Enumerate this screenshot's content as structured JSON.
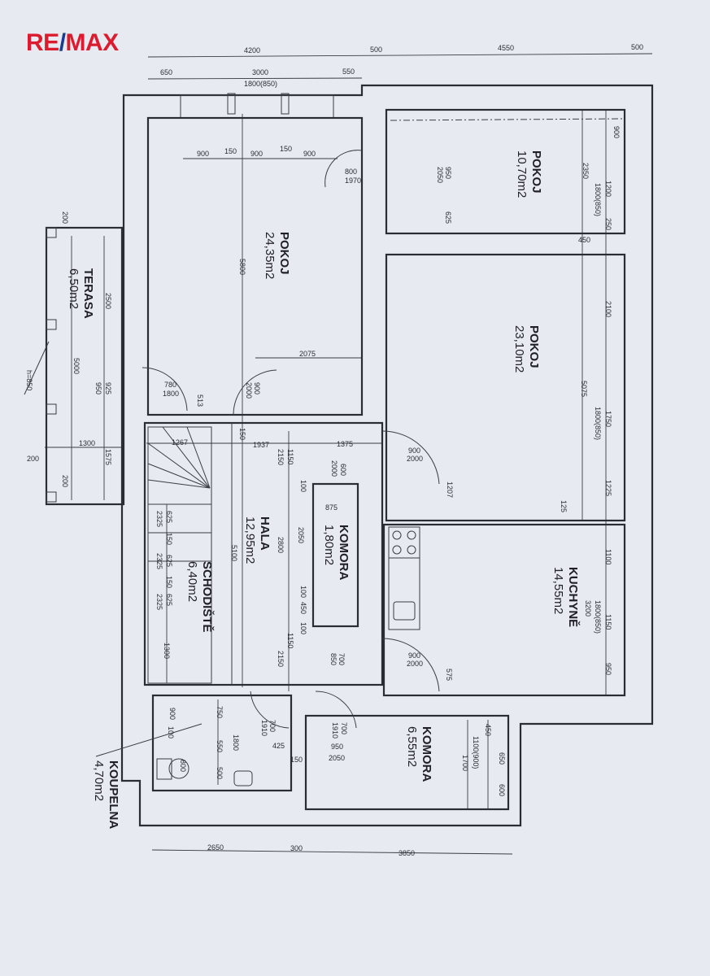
{
  "logo": {
    "text_left": "RE",
    "slash": "/",
    "text_right": "MAX",
    "colors": {
      "red": "#dc1c2e",
      "blue": "#1a3c8f"
    }
  },
  "rooms": [
    {
      "name": "POKOJ",
      "area": "24,35m2"
    },
    {
      "name": "POKOJ",
      "area": "10,70m2"
    },
    {
      "name": "POKOJ",
      "area": "23,10m2"
    },
    {
      "name": "KUCHYNĚ",
      "area": "14,55m2"
    },
    {
      "name": "HALA",
      "area": "12,95m2"
    },
    {
      "name": "SCHODIŠTĚ",
      "area": "6,40m2"
    },
    {
      "name": "KOMORA",
      "area": "1,80m2"
    },
    {
      "name": "KOMORA",
      "area": "6,55m2"
    },
    {
      "name": "TERASA",
      "area": "6,50m2"
    },
    {
      "name": "KOUPELNA",
      "area": "4,70m2"
    }
  ],
  "dims": [
    "4200",
    "500",
    "4550",
    "500",
    "650",
    "3000",
    "550",
    "1800(850)",
    "900",
    "150",
    "900",
    "150",
    "900",
    "800",
    "1970",
    "950",
    "2050",
    "625",
    "900",
    "2350",
    "1800(850)",
    "1200",
    "250",
    "450",
    "5800",
    "2075",
    "780",
    "1800",
    "513",
    "900",
    "2000",
    "200",
    "2500",
    "5000",
    "925",
    "950",
    "1300",
    "1575",
    "200",
    "200",
    "h=850",
    "150",
    "1267",
    "1937",
    "1375",
    "2150",
    "1150",
    "600",
    "2000",
    "900",
    "2000",
    "100",
    "875",
    "2050",
    "2800",
    "5100",
    "100",
    "450",
    "100",
    "2150",
    "1150",
    "700",
    "850",
    "900",
    "2000",
    "575",
    "1207",
    "125",
    "5075",
    "2100",
    "1750",
    "1800(850)",
    "1225",
    "2325",
    "625",
    "150",
    "625",
    "2325",
    "150",
    "625",
    "2325",
    "1300",
    "1100",
    "1800(850)",
    "3200",
    "1150",
    "950",
    "900",
    "100",
    "750",
    "550",
    "500",
    "1800",
    "800",
    "700",
    "1910",
    "425",
    "150",
    "950",
    "2050",
    "700",
    "1910",
    "450",
    "650",
    "1100(900)",
    "1700",
    "600",
    "2650",
    "300",
    "3850"
  ]
}
